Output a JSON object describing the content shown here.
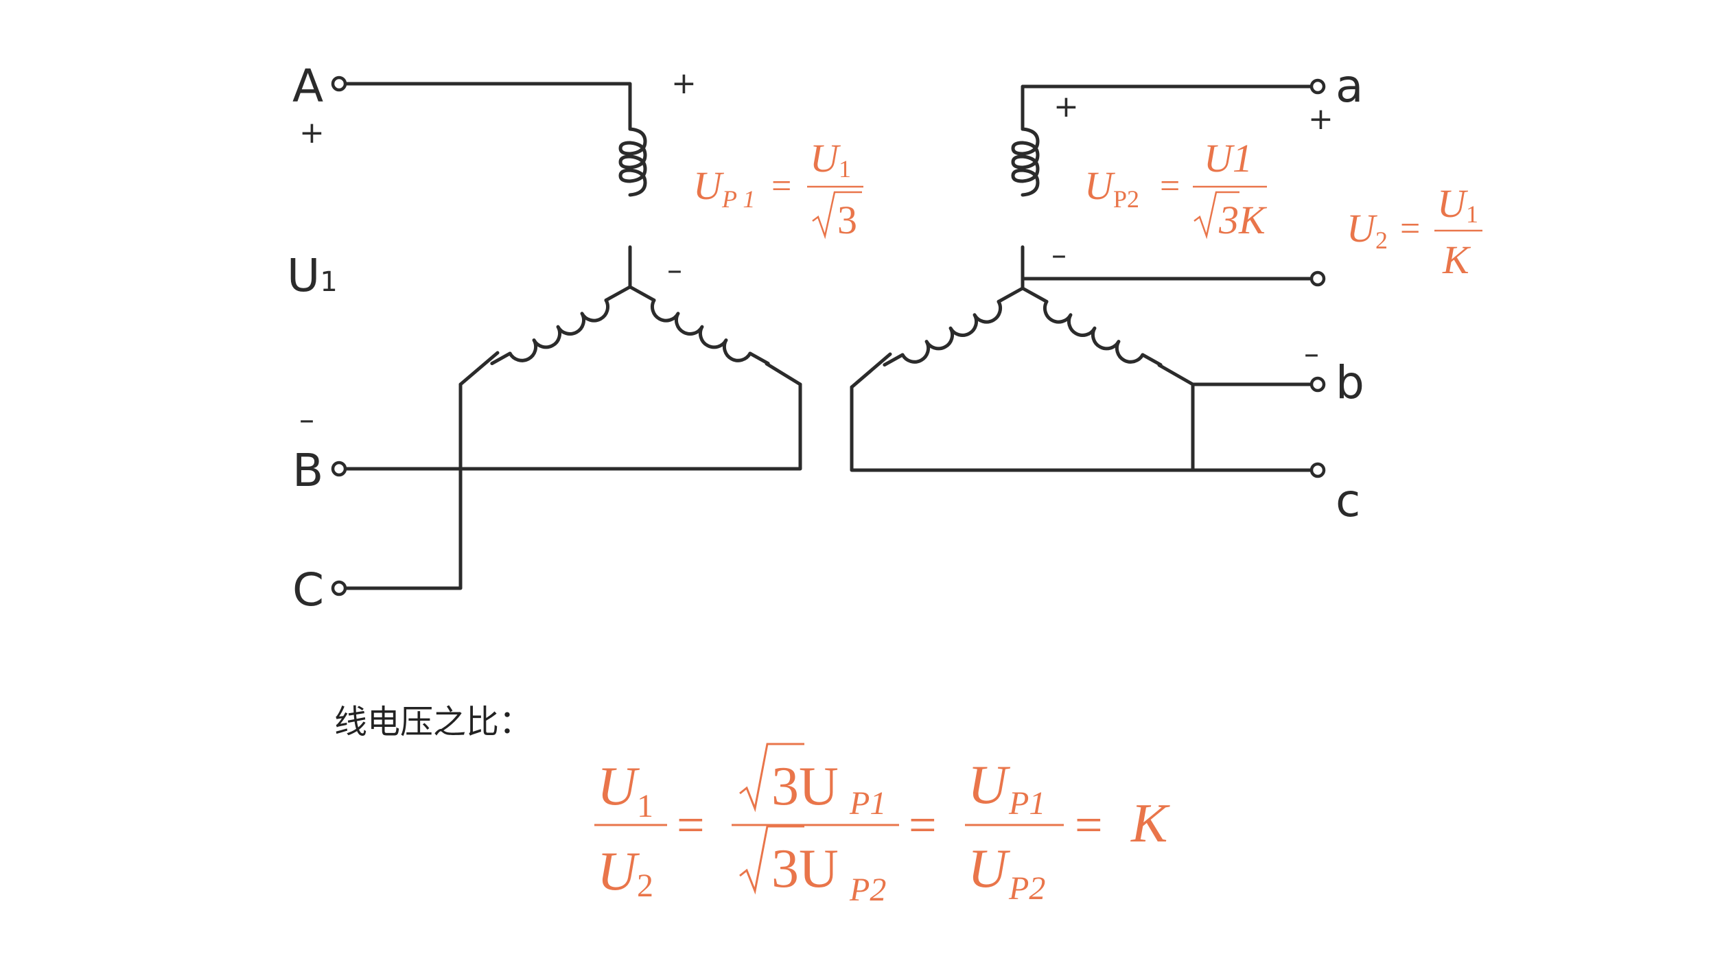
{
  "primary": {
    "terminals": [
      "A",
      "B",
      "C"
    ],
    "u_label_main": "U",
    "u_label_sub": "1",
    "plus_sign": "+",
    "minus_sign": "–",
    "coil_plus": "+",
    "coil_minus": "–",
    "formula": {
      "lhs": "U",
      "lhs_sub": "P 1",
      "eq": "=",
      "num": "U",
      "num_sub": "1",
      "den": "3"
    }
  },
  "secondary": {
    "terminals": [
      "a",
      "b",
      "c"
    ],
    "coil_plus": "+",
    "coil_minus": "–",
    "a_plus": "+",
    "b_minus": "–",
    "formula": {
      "lhs": "U",
      "lhs_sub": "P2",
      "eq": "=",
      "num": "U1",
      "den": "3K"
    },
    "u2_formula": {
      "lhs": "U",
      "lhs_sub": "2",
      "eq": "=",
      "num": "U",
      "num_sub": "1",
      "den": "K"
    }
  },
  "ratio": {
    "title": "线电压之比：",
    "f1_num": "U",
    "f1_num_sub": "1",
    "f1_den": "U",
    "f1_den_sub": "2",
    "eq": "=",
    "f2_num": "3U",
    "f2_num_sub": "P1",
    "f2_den": "3U",
    "f2_den_sub": "P2",
    "f3_num": "U",
    "f3_num_sub": "P1",
    "f3_den": "U",
    "f3_den_sub": "P2",
    "result": "K"
  },
  "colors": {
    "formula": "#e9754a",
    "wire": "#2b2b2b"
  }
}
